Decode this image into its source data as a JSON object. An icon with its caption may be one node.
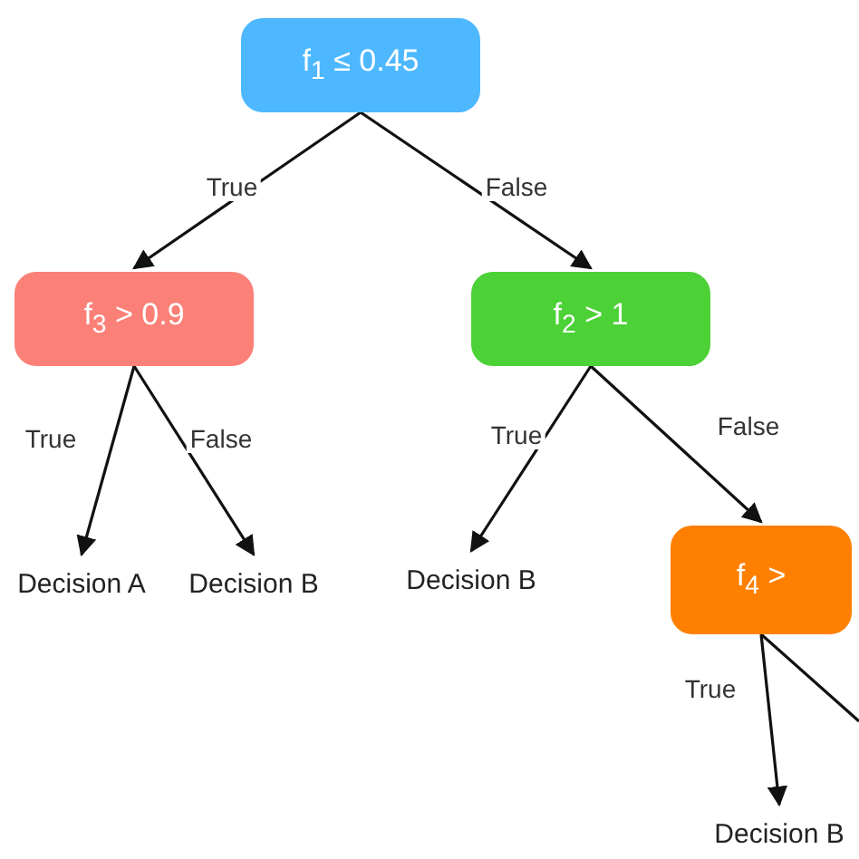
{
  "diagram": {
    "nodes": [
      {
        "text": [
          "f$_{1}$ ≤ 0.45"
        ]
      },
      {
        "text": [
          "f$_{3}$ > 0.9"
        ]
      },
      {
        "text": [
          "f$_{2}$ > 1"
        ]
      },
      {
        "text": [
          "Decision A"
        ]
      },
      {
        "text": [
          "Decision B"
        ]
      },
      {
        "text": [
          "Decision B"
        ]
      },
      {
        "text": [
          "f$_{4}$ >"
        ]
      },
      {
        "text": [
          "Decision B"
        ]
      }
    ],
    "edges": [
      {
        "from": 0,
        "to": 1,
        "arrow": "to",
        "label": "True"
      },
      {
        "from": 0,
        "to": 2,
        "arrow": "to",
        "label": "False"
      },
      {
        "from": 1,
        "to": 3,
        "arrow": "to",
        "label": "True"
      },
      {
        "from": 1,
        "to": 4,
        "arrow": "to",
        "label": "False"
      },
      {
        "from": 2,
        "to": 5,
        "arrow": "to",
        "label": "True"
      },
      {
        "from": 2,
        "to": 6,
        "arrow": "to",
        "label": "False"
      },
      {
        "from": 6,
        "to": 7,
        "arrow": "to",
        "label": "True"
      },
      {
        "from": 6,
        "to": null,
        "arrow": "none"
      }
    ]
  }
}
